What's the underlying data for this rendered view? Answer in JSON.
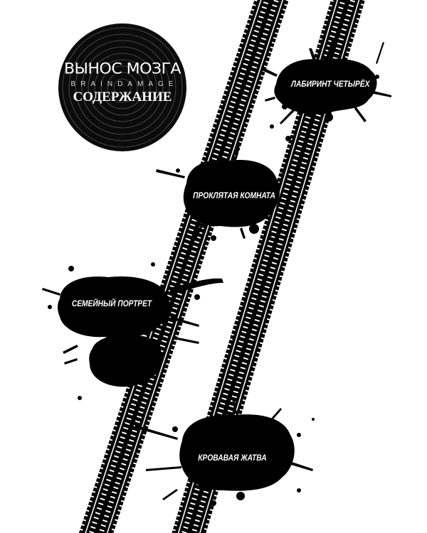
{
  "badge": {
    "title": "ВЫНОС МОЗГА",
    "subtitle": "BRAINDAMAGE",
    "heading": "СОДЕРЖАНИЕ"
  },
  "contents": [
    {
      "label": "ЛАБИРИНТ ЧЕТЫРЁХ"
    },
    {
      "label": "ПРОКЛЯТАЯ КОМНАТА"
    },
    {
      "label": "СЕМЕЙНЫЙ ПОРТРЕТ"
    },
    {
      "label": "КРОВАВАЯ ЖАТВА"
    }
  ],
  "colors": {
    "ink": "#000000",
    "paper": "#ffffff"
  }
}
